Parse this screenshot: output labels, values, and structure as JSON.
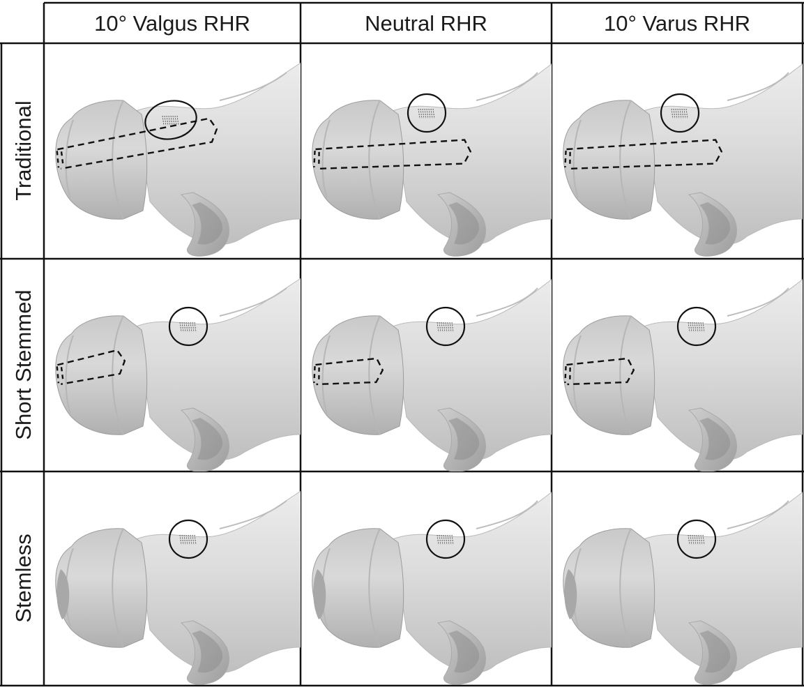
{
  "columns": [
    {
      "id": "valgus",
      "label": "10° Valgus RHR"
    },
    {
      "id": "neutral",
      "label": "Neutral RHR"
    },
    {
      "id": "varus",
      "label": "10° Varus RHR"
    }
  ],
  "rows": [
    {
      "id": "traditional",
      "label": "Traditional",
      "stem": "long"
    },
    {
      "id": "short-stemmed",
      "label": "Short Stemmed",
      "stem": "short"
    },
    {
      "id": "stemless",
      "label": "Stemless",
      "stem": "none"
    }
  ],
  "colors": {
    "line": "#111111",
    "bone": "#d6d6d6",
    "background": "#ffffff"
  }
}
